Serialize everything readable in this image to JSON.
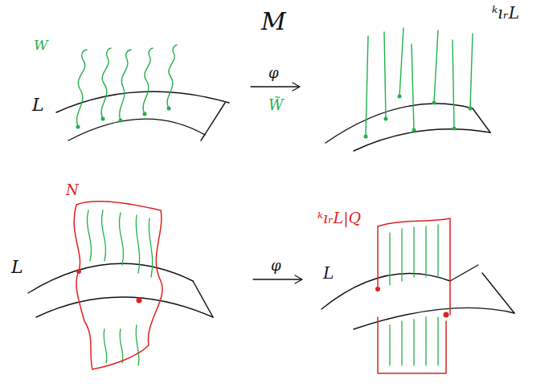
{
  "diagram": {
    "labels": [
      "M",
      "ᵏıᵣL",
      "W",
      "L",
      "φ",
      "W̃",
      "N",
      "L",
      "φ",
      "ᵏıᵣL|Q",
      "L"
    ]
  }
}
